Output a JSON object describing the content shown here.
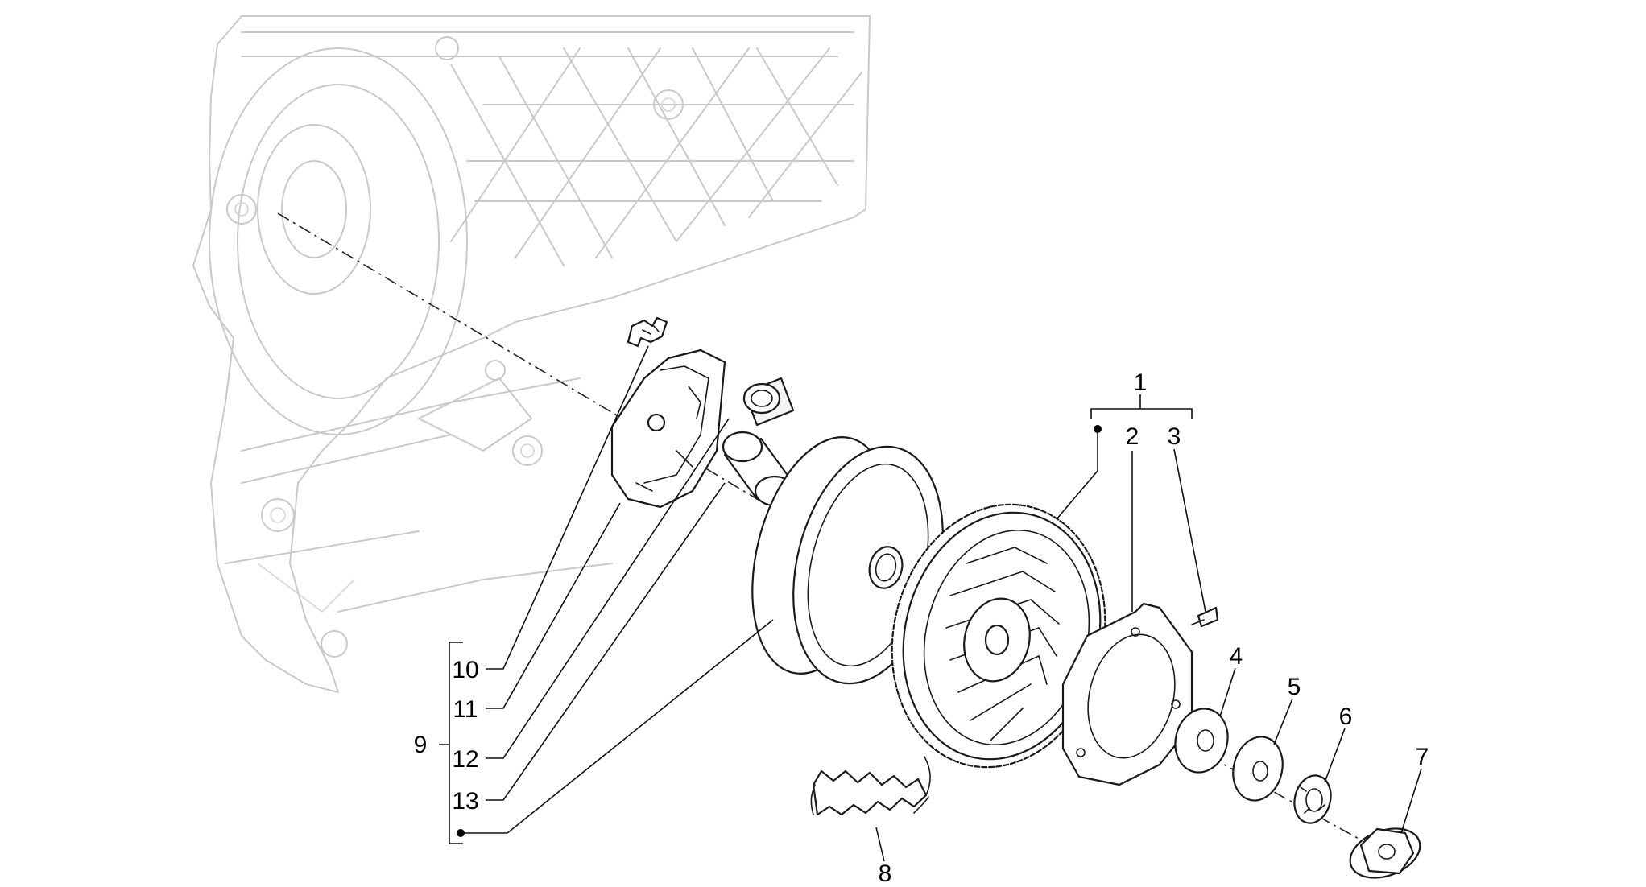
{
  "diagram": {
    "callouts": [
      {
        "id": "1",
        "label": "1"
      },
      {
        "id": "2",
        "label": "2"
      },
      {
        "id": "3",
        "label": "3"
      },
      {
        "id": "4",
        "label": "4"
      },
      {
        "id": "5",
        "label": "5"
      },
      {
        "id": "6",
        "label": "6"
      },
      {
        "id": "7",
        "label": "7"
      },
      {
        "id": "8",
        "label": "8"
      },
      {
        "id": "9",
        "label": "9"
      },
      {
        "id": "10",
        "label": "10"
      },
      {
        "id": "11",
        "label": "11"
      },
      {
        "id": "12",
        "label": "12"
      },
      {
        "id": "13",
        "label": "13"
      }
    ],
    "colors": {
      "background": "#ffffff",
      "part_outline": "#1a1a1a",
      "ghost_housing": "#c9c9c9",
      "text": "#000000"
    }
  }
}
